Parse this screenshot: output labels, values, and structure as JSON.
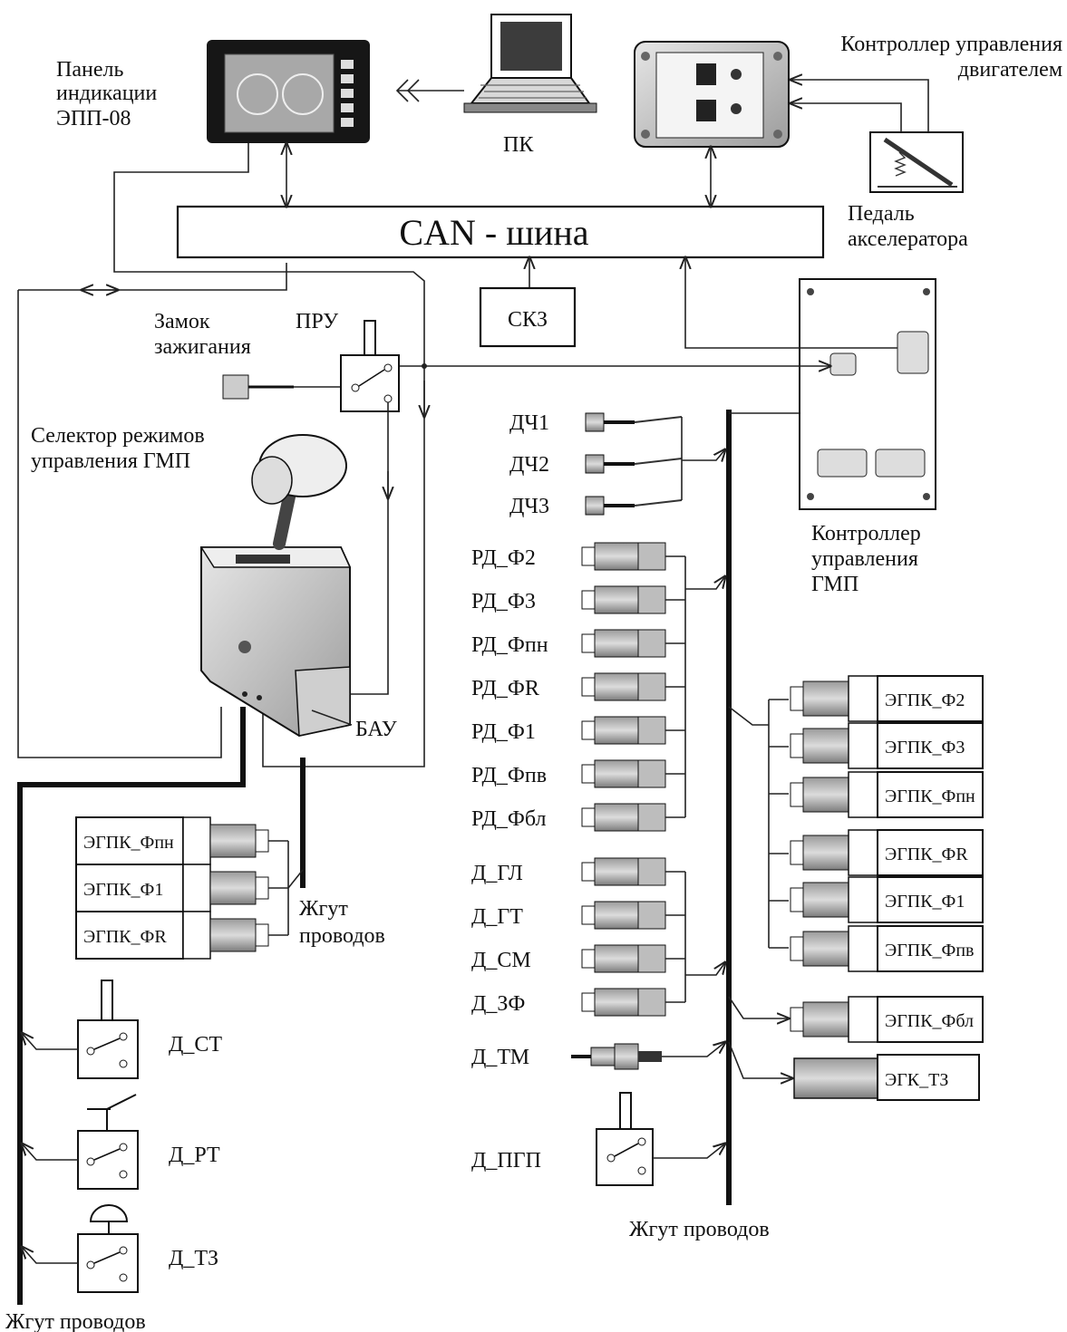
{
  "labels": {
    "panel": [
      "Панель",
      "индикации",
      "ЭПП-08"
    ],
    "pc": "ПК",
    "engine_controller": [
      "Контроллер управления",
      "двигателем"
    ],
    "can_bus": "CAN - шина",
    "pedal": [
      "Педаль",
      "акселератора"
    ],
    "skz": "СКЗ",
    "ignition": [
      "Замок",
      "зажигания"
    ],
    "pru": "ПРУ",
    "selector": [
      "Селектор режимов",
      "управления ГМП"
    ],
    "bau": "БАУ",
    "gmp_controller": [
      "Контроллер",
      "управления",
      "ГМП"
    ],
    "harness_left": [
      "Жгут",
      "проводов"
    ],
    "harness_bottom_left": "Жгут проводов",
    "harness_bottom_center": "Жгут проводов"
  },
  "speed_sensors": [
    "ДЧ1",
    "ДЧ2",
    "ДЧ3"
  ],
  "pressure_sensors": [
    "РД_Ф2",
    "РД_Ф3",
    "РД_Фпн",
    "РД_ФR",
    "РД_Ф1",
    "РД_Фпв",
    "РД_Фбл"
  ],
  "other_sensors": [
    "Д_ГЛ",
    "Д_ГТ",
    "Д_СМ",
    "Д_ЗФ"
  ],
  "temp_sensor": "Д_ТМ",
  "pgp_sensor": "Д_ПГП",
  "left_valves": [
    "ЭГПК_Фпн",
    "ЭГПК_Ф1",
    "ЭГПК_ФR"
  ],
  "right_valves": [
    "ЭГПК_Ф2",
    "ЭГПК_Ф3",
    "ЭГПК_Фпн",
    "ЭГПК_ФR",
    "ЭГПК_Ф1",
    "ЭГПК_Фпв",
    "ЭГПК_Фбл"
  ],
  "gk_valve": "ЭГК_ТЗ",
  "left_switches": [
    "Д_СТ",
    "Д_РТ",
    "Д_ТЗ"
  ]
}
